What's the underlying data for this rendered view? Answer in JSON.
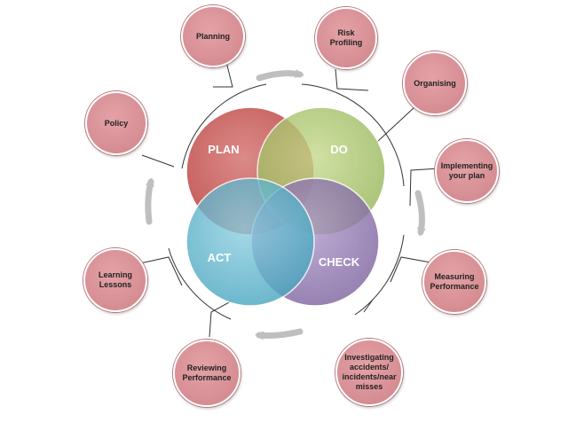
{
  "cycle": {
    "plan": "PLAN",
    "do": "DO",
    "check": "CHECK",
    "act": "ACT"
  },
  "nodes": {
    "planning": "Planning",
    "risk_profiling": "Risk\nProfiling",
    "organising": "Organising",
    "implementing": "Implementing\nyour plan",
    "measuring": "Measuring\nPerformance",
    "investigating": "Investigating\naccidents/\nincidents/near\nmisses",
    "reviewing": "Reviewing\nPerformance",
    "learning": "Learning\nLessons",
    "policy": "Policy"
  },
  "colors": {
    "plan": "#c0504d",
    "do": "#9bbb59",
    "check": "#8064a2",
    "act": "#4bacc6",
    "node": "#d99297",
    "arrow": "#bfbfbf"
  }
}
